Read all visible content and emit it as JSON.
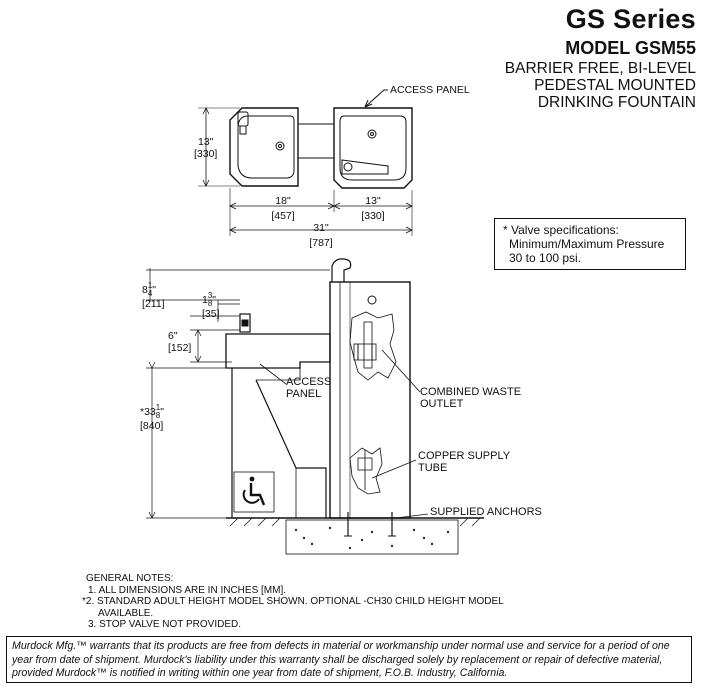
{
  "header": {
    "series": "GS Series",
    "model": "MODEL GSM55",
    "description_lines": [
      "BARRIER FREE, BI-LEVEL",
      "PEDESTAL MOUNTED",
      "DRINKING FOUNTAIN"
    ]
  },
  "top_view": {
    "access_panel_label": "ACCESS PANEL",
    "height_in": "13\"",
    "height_mm": "[330]",
    "left_width_in": "18\"",
    "left_width_mm": "[457]",
    "right_width_in": "13\"",
    "right_width_mm": "[330]",
    "total_width_in": "31\"",
    "total_width_mm": "[787]"
  },
  "spec_box": {
    "lines": [
      "* Valve specifications:",
      "Minimum/Maximum Pressure",
      "30 to 100 psi."
    ]
  },
  "side_view": {
    "dim_a_whole": "8",
    "dim_a_num": "1",
    "dim_a_den": "4",
    "dim_a_mark": "\"",
    "dim_a_mm": "[211]",
    "dim_b_whole": "1",
    "dim_b_num": "3",
    "dim_b_den": "8",
    "dim_b_mark": "\"",
    "dim_b_mm": "[35]",
    "dim_c_in": "6\"",
    "dim_c_mm": "[152]",
    "dim_d_whole": "*33",
    "dim_d_num": "1",
    "dim_d_den": "8",
    "dim_d_mark": "\"",
    "dim_d_mm": "[840]",
    "access_panel_line1": "ACCESS",
    "access_panel_line2": "PANEL",
    "waste_line1": "COMBINED WASTE",
    "waste_line2": "OUTLET",
    "copper_line1": "COPPER SUPPLY",
    "copper_line2": "TUBE",
    "anchors": "SUPPLIED ANCHORS"
  },
  "notes": {
    "title": "GENERAL NOTES:",
    "lines": [
      "1. ALL DIMENSIONS ARE IN INCHES [MM].",
      "*2. STANDARD ADULT HEIGHT MODEL SHOWN. OPTIONAL -CH30 CHILD HEIGHT MODEL",
      "AVAILABLE.",
      "3. STOP VALVE NOT PROVIDED."
    ]
  },
  "warranty": {
    "lines": [
      "Murdock Mfg.™ warrants that its products are free from defects in material or workmanship under normal use and service for a period of one",
      "year from date of shipment. Murdock's liability under this warranty shall be discharged solely by replacement or repair of defective material,",
      "provided Murdock™ is notified in writing within one year from date of shipment, F.O.B. Industry, California."
    ]
  }
}
